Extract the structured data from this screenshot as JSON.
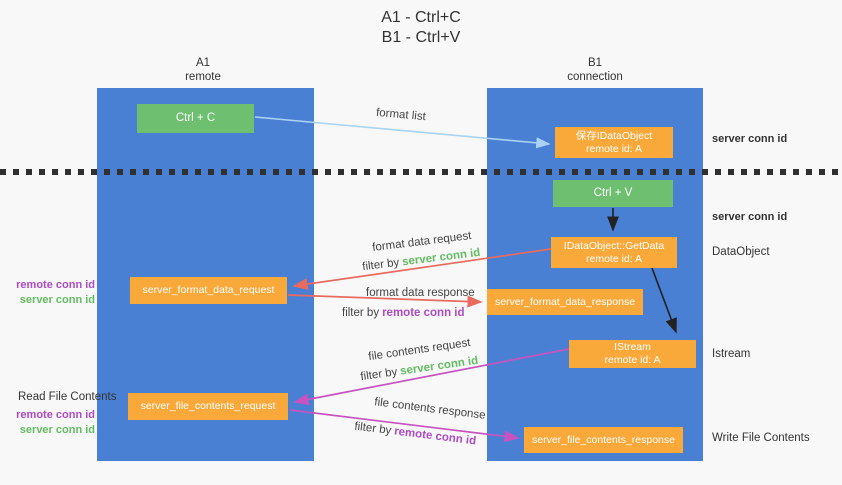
{
  "title": {
    "line1": "A1 - Ctrl+C",
    "line2": "B1 - Ctrl+V"
  },
  "columns": {
    "a1": {
      "name": "A1",
      "subtitle": "remote"
    },
    "b1": {
      "name": "B1",
      "subtitle": "connection"
    }
  },
  "boxes": {
    "ctrl_c": {
      "label": "Ctrl + C"
    },
    "save_idataobject": {
      "line1": "保存IDataObject",
      "line2": "remote id: A"
    },
    "ctrl_v": {
      "label": "Ctrl + V"
    },
    "getdata": {
      "line1": "IDataObject::GetData",
      "line2": "remote id: A"
    },
    "format_request": {
      "label": "server_format_data_request"
    },
    "format_response": {
      "label": "server_format_data_response"
    },
    "istream": {
      "line1": "IStream",
      "line2": "remote id: A"
    },
    "file_request": {
      "label": "server_file_contents_request"
    },
    "file_response": {
      "label": "server_file_contents_response"
    }
  },
  "arrow_labels": {
    "format_list": "format list",
    "format_data_request": "format data request",
    "format_data_response": "format data response",
    "file_contents_request": "file contents request",
    "file_contents_response": "file contents response",
    "filter_by": "filter by",
    "server_conn_id": "server conn id",
    "remote_conn_id": "remote conn id"
  },
  "side_labels": {
    "remote_conn_id": "remote conn id",
    "server_conn_id": "server conn id",
    "read_file_contents": "Read File Contents",
    "dataobject": "DataObject",
    "istream": "Istream",
    "write_file_contents": "Write File Contents"
  },
  "colors": {
    "lane_blue": "#4a80d4",
    "orange": "#f9a83a",
    "green": "#6ebf70",
    "green_text": "#63bd63",
    "purple_text": "#ae4bc8",
    "salmon_arrow": "#e96a5f",
    "magenta_arrow": "#c653c0",
    "light_blue_arrow": "#a9d3f2",
    "black_arrow": "#222222"
  }
}
